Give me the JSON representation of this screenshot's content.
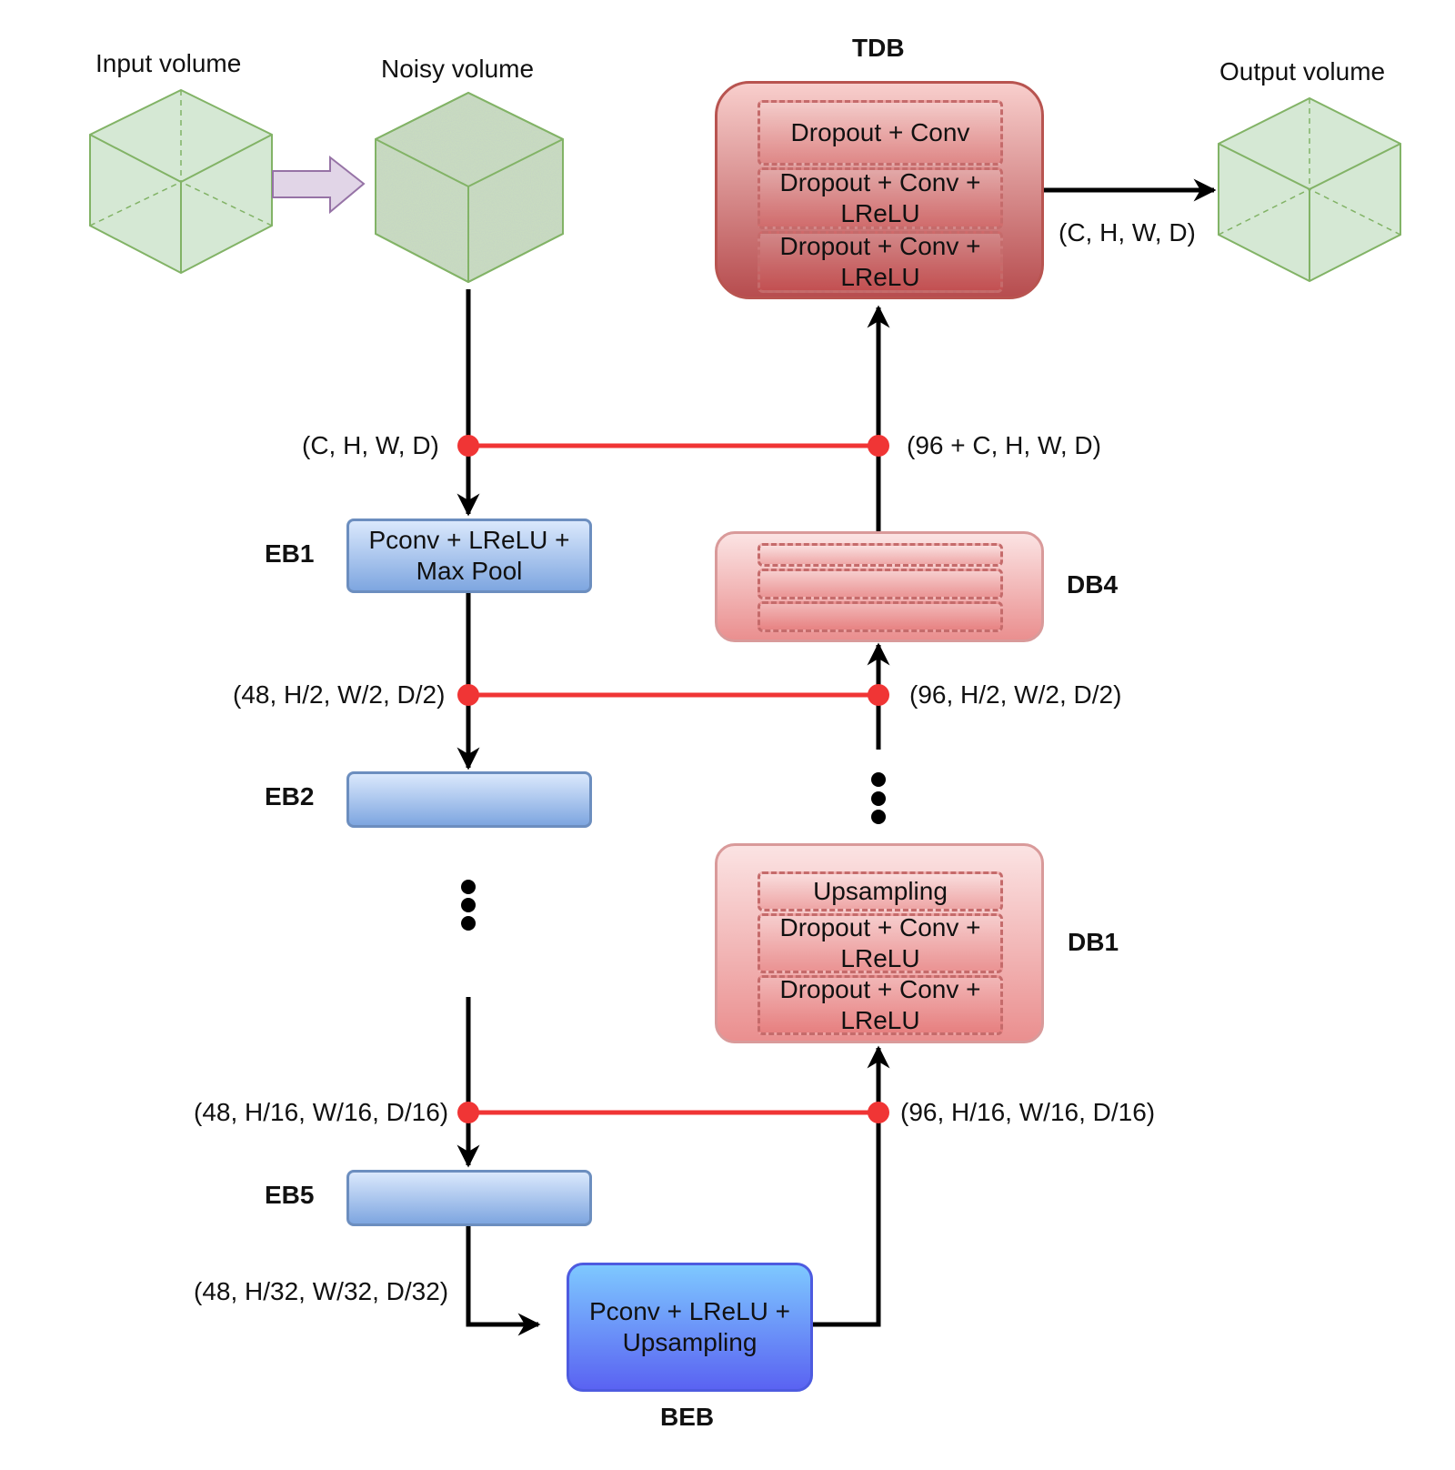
{
  "labels": {
    "input_volume": "Input volume",
    "noisy_volume": "Noisy volume",
    "output_volume": "Output volume",
    "tdb": "TDB",
    "eb1": "EB1",
    "eb2": "EB2",
    "eb5": "EB5",
    "db4": "DB4",
    "db1": "DB1",
    "beb": "BEB"
  },
  "blocks": {
    "eb1": {
      "line1": "Pconv + LReLU +",
      "line2": "Max Pool"
    },
    "beb": {
      "line1": "Pconv + LReLU +",
      "line2": "Upsampling"
    },
    "tdb": {
      "sub1": "Dropout + Conv",
      "sub2_line1": "Dropout + Conv +",
      "sub2_line2": "LReLU",
      "sub3_line1": "Dropout + Conv +",
      "sub3_line2": "LReLU"
    },
    "db1": {
      "sub1": "Upsampling",
      "sub2_line1": "Dropout + Conv +",
      "sub2_line2": "LReLU",
      "sub3_line1": "Dropout + Conv +",
      "sub3_line2": "LReLU"
    }
  },
  "dims": {
    "output": "(C, H, W, D)",
    "eb1_in": "(C, H, W, D)",
    "tdb_in": "(96 + C, H, W, D)",
    "eb1_out": "(48, H/2, W/2, D/2)",
    "db4_in": "(96, H/2, W/2, D/2)",
    "eb5_in": "(48, H/16, W/16, D/16)",
    "db1_in": "(96, H/16, W/16, D/16)",
    "eb5_out": "(48, H/32, W/32, D/32)"
  },
  "colors": {
    "skip_line": "#f03535",
    "cube_fill": "#d5e8d4",
    "cube_stroke": "#82b366",
    "arrow_fill": "#e1d5e7",
    "arrow_stroke": "#9673a6"
  }
}
